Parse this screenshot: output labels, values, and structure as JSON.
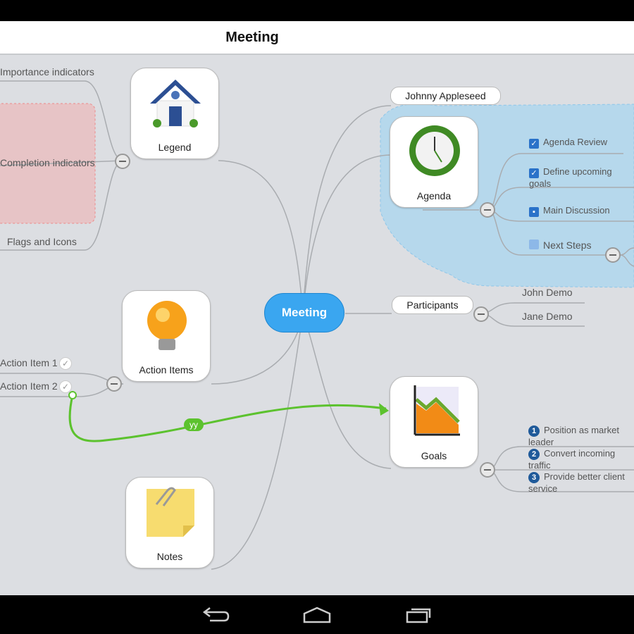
{
  "title": "Meeting",
  "central": "Meeting",
  "legend": {
    "label": "Legend",
    "children": [
      "Importance indicators",
      "Completion indicators",
      "Flags and Icons"
    ]
  },
  "action_items": {
    "label": "Action Items",
    "children": [
      "Action Item 1",
      "Action Item 2"
    ]
  },
  "notes": {
    "label": "Notes"
  },
  "johnny": "Johnny Appleseed",
  "agenda": {
    "label": "Agenda",
    "children": [
      {
        "label": "Agenda Review",
        "icon": "checked"
      },
      {
        "label": "Define upcoming goals",
        "icon": "checked"
      },
      {
        "label": "Main Discussion",
        "icon": "partial"
      },
      {
        "label": "Next Steps",
        "icon": "empty"
      }
    ]
  },
  "participants": {
    "label": "Participants",
    "children": [
      "John Demo",
      "Jane Demo"
    ]
  },
  "goals": {
    "label": "Goals",
    "children": [
      {
        "n": "1",
        "label": "Position as market leader"
      },
      {
        "n": "2",
        "label": "Convert incoming traffic"
      },
      {
        "n": "3",
        "label": "Provide better client service"
      }
    ]
  },
  "relationship_label": "yy",
  "colors": {
    "central": "#3aa6f0",
    "boundary": "#b6d8ec",
    "relationship": "#5cc22e",
    "legend_boundary": "#e7c4c6"
  }
}
